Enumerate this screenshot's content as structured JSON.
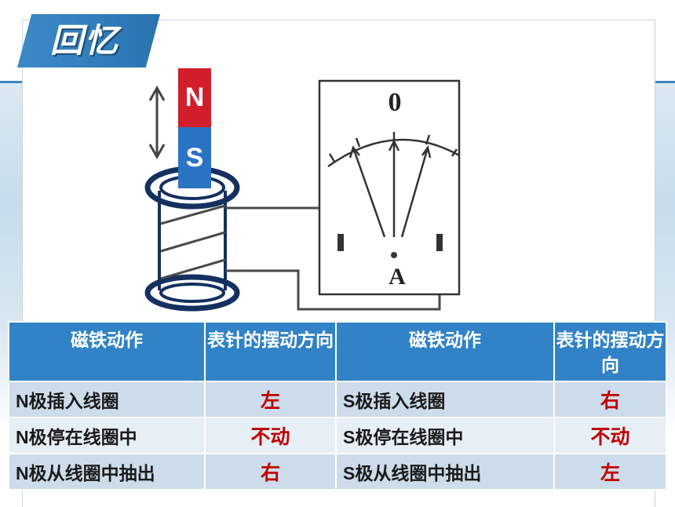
{
  "title": "回忆",
  "magnet": {
    "north_label": "N",
    "south_label": "S"
  },
  "meter": {
    "zero_label": "0",
    "unit_label": "A"
  },
  "table": {
    "headers": [
      "磁铁动作",
      "表针的摆动方向",
      "磁铁动作",
      "表针的摆动方向"
    ],
    "rows": [
      [
        "N极插入线圈",
        "左",
        "S极插入线圈",
        "右"
      ],
      [
        "N极停在线圈中",
        "不动",
        "S极停在线圈中",
        "不动"
      ],
      [
        "N极从线圈中抽出",
        "右",
        "S极从线圈中抽出",
        "左"
      ]
    ]
  },
  "colors": {
    "accent_blue": "#3182c6",
    "north_red": "#d21e2b",
    "south_blue": "#2a74c4",
    "direction_red": "#c00000"
  }
}
